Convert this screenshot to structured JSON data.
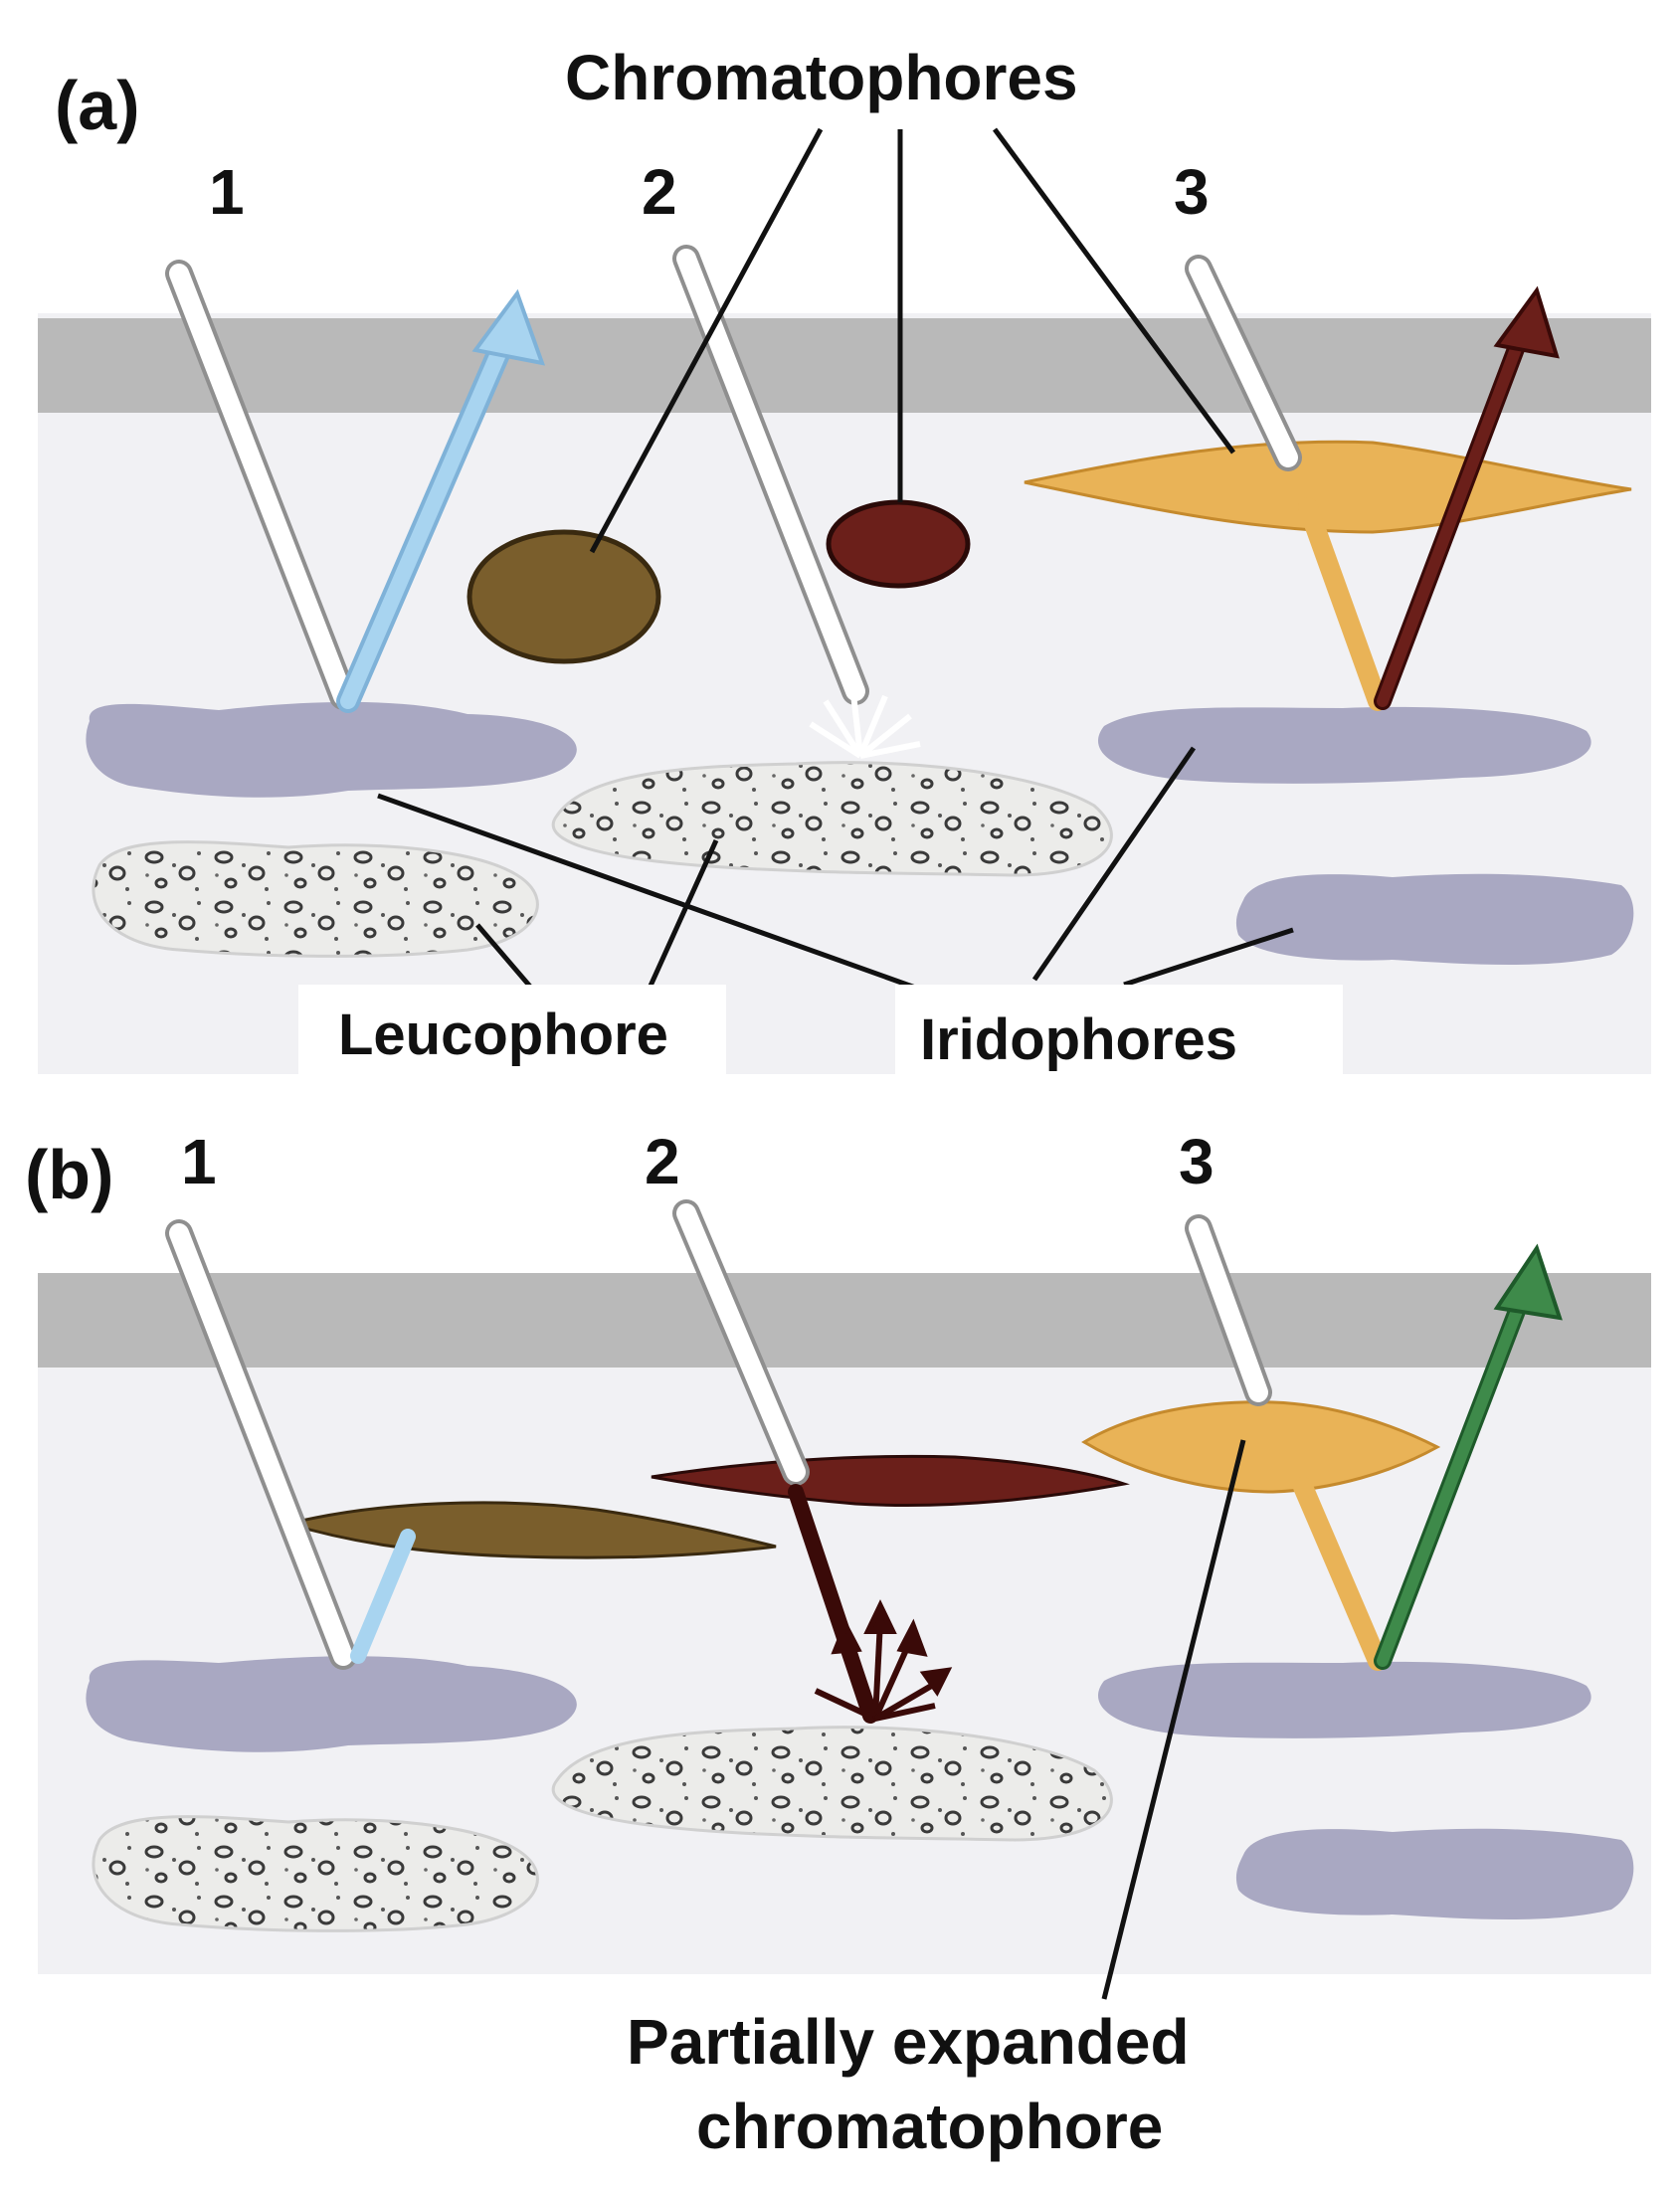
{
  "panel_a": {
    "label": "(a)",
    "numbers": [
      "1",
      "2",
      "3"
    ],
    "chromatophores_label": "Chromatophores",
    "leucophore_label": "Leucophore",
    "iridophores_label": "Iridophores"
  },
  "panel_b": {
    "label": "(b)",
    "numbers": [
      "1",
      "2",
      "3"
    ],
    "partially_expanded_line1": "Partially expanded",
    "partially_expanded_line2": "chromatophore"
  },
  "colors": {
    "epidermis": "#b9b9b9",
    "dermis": "#f1f1f4",
    "iridophore": "#a9a8c2",
    "leucophore": "#ececea",
    "melanophore_brown": "#7a5e2c",
    "erythrophore_dark": "#6b1f1a",
    "xanthophore_yellow": "#e9b357",
    "reflected_blue": "#a8d4f0",
    "reflected_dark_red": "#6b1f1a",
    "reflected_green": "#3e8a4a"
  },
  "icons": {
    "incoming_light": "white-arrow",
    "reflected_light": "colored-arrow"
  }
}
